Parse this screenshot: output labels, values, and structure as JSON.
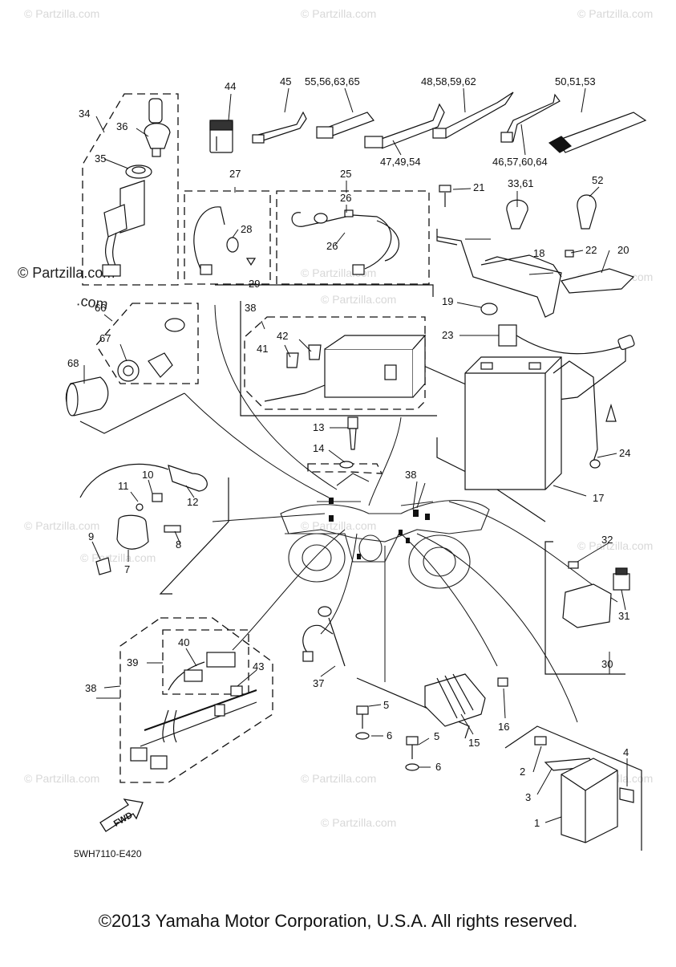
{
  "diagram": {
    "part_code": "5WH7110-E420",
    "copyright": "©2013 Yamaha Motor Corporation, U.S.A. All rights reserved.",
    "watermark": "© Partzilla.com",
    "fwd_label": "FWD",
    "callouts": {
      "c1": "1",
      "c2": "2",
      "c3": "3",
      "c4": "4",
      "c5a": "5",
      "c5b": "5",
      "c6a": "6",
      "c6b": "6",
      "c7": "7",
      "c8": "8",
      "c9": "9",
      "c10": "10",
      "c11": "11",
      "c12": "12",
      "c13": "13",
      "c14": "14",
      "c15": "15",
      "c16": "16",
      "c17": "17",
      "c18": "18",
      "c19": "19",
      "c20": "20",
      "c21": "21",
      "c22": "22",
      "c23": "23",
      "c24": "24",
      "c25": "25",
      "c26a": "26",
      "c26b": "26",
      "c27": "27",
      "c28": "28",
      "c29": "29",
      "c30": "30",
      "c31": "31",
      "c32": "32",
      "c33": "33,61",
      "c34": "34",
      "c35": "35",
      "c36": "36",
      "c37": "37",
      "c38a": "38",
      "c38b": "38",
      "c38c": "38",
      "c39": "39",
      "c40": "40",
      "c41": "41",
      "c42": "42",
      "c43": "43",
      "c44": "44",
      "c45": "45",
      "c46": "46,57,60,64",
      "c47": "47,49,54",
      "c48": "48,58,59,62",
      "c50": "50,51,53",
      "c52": "52",
      "c55": "55,56,63,65",
      "c66": "66",
      "c67": "67",
      "c68": "68"
    }
  }
}
